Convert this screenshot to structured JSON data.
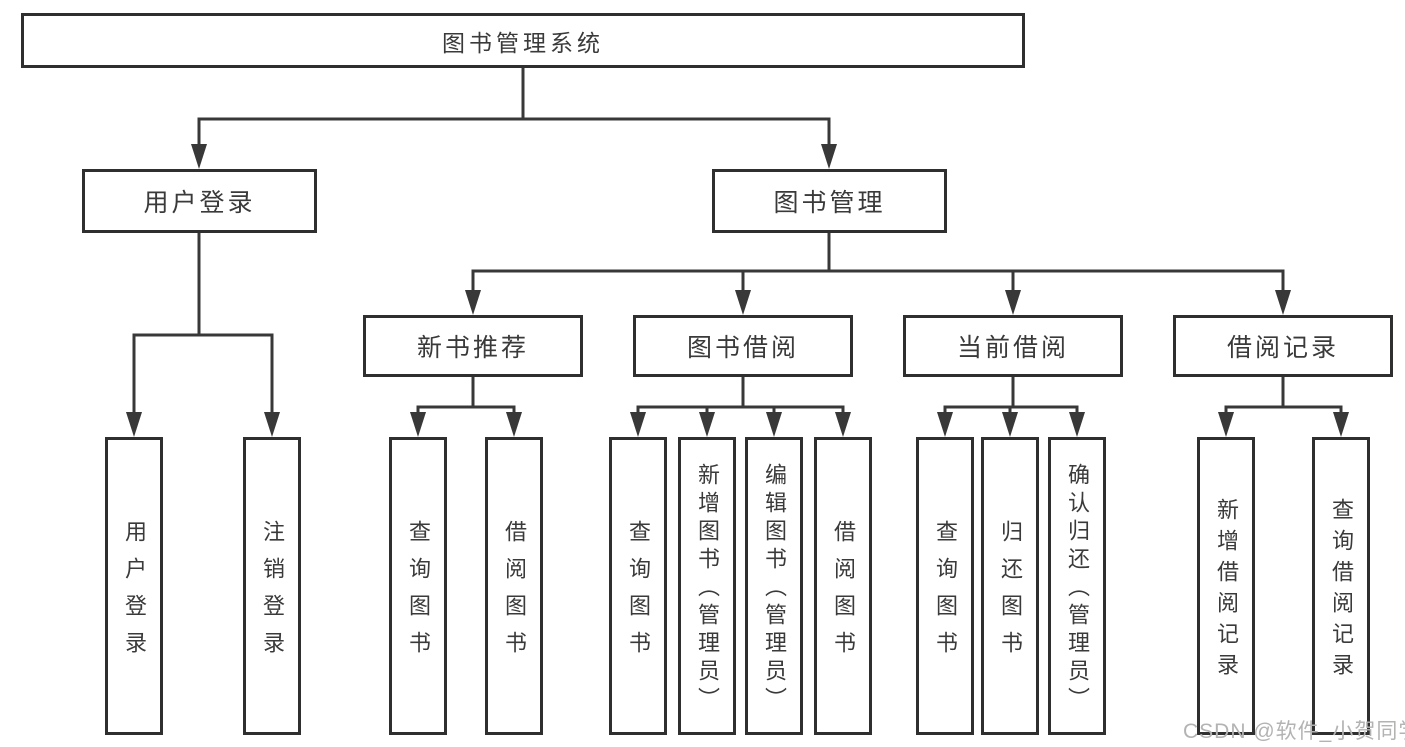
{
  "diagram": {
    "title": "图书管理系统",
    "tree": {
      "label": "图书管理系统",
      "children": [
        {
          "label": "用户登录",
          "children": [
            {
              "label": "用户登录"
            },
            {
              "label": "注销登录"
            }
          ]
        },
        {
          "label": "图书管理",
          "children": [
            {
              "label": "新书推荐",
              "children": [
                {
                  "label": "查询图书"
                },
                {
                  "label": "借阅图书"
                }
              ]
            },
            {
              "label": "图书借阅",
              "children": [
                {
                  "label": "查询图书"
                },
                {
                  "label": "新增图书（管理员）"
                },
                {
                  "label": "编辑图书（管理员）"
                },
                {
                  "label": "借阅图书"
                }
              ]
            },
            {
              "label": "当前借阅",
              "children": [
                {
                  "label": "查询图书"
                },
                {
                  "label": "归还图书"
                },
                {
                  "label": "确认归还（管理员）"
                }
              ]
            },
            {
              "label": "借阅记录",
              "children": [
                {
                  "label": "新增借阅记录"
                },
                {
                  "label": "查询借阅记录"
                }
              ]
            }
          ]
        }
      ]
    },
    "watermark": "CSDN @软件_小贺同学",
    "colors": {
      "background": "#ffffff",
      "line": "#383838",
      "box_border": "#2f2f2f",
      "box_fill": "#ffffff",
      "text": "#3a3a3a",
      "watermark": "#b3b3b3"
    }
  }
}
